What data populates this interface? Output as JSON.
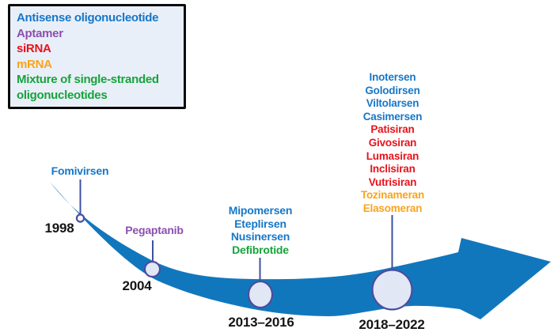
{
  "colors": {
    "antisense": "#1677C8",
    "aptamer": "#8C4FB0",
    "sirna": "#E8121B",
    "mrna": "#F9A41B",
    "mixture": "#16A33A",
    "arrow": "#1177BD",
    "connector": "#3F50A2",
    "circle_stroke": "#4B4D9C",
    "circle_fill": "#E2E7F6",
    "year_text": "#151515",
    "legend_bg": "#E9EFF9",
    "legend_border": "#0A0A0A"
  },
  "legend": {
    "items": [
      {
        "label": "Antisense oligonucleotide",
        "category": "antisense"
      },
      {
        "label": "Aptamer",
        "category": "aptamer"
      },
      {
        "label": "siRNA",
        "category": "sirna"
      },
      {
        "label": "mRNA",
        "category": "mrna"
      },
      {
        "label": "Mixture of single-stranded oligonucleotides",
        "category": "mixture"
      }
    ]
  },
  "timeline": {
    "milestones": [
      {
        "year": "1998",
        "drugs": [
          {
            "name": "Fomivirsen",
            "category": "antisense"
          }
        ]
      },
      {
        "year": "2004",
        "drugs": [
          {
            "name": "Pegaptanib",
            "category": "aptamer"
          }
        ]
      },
      {
        "year": "2013–2016",
        "drugs": [
          {
            "name": "Mipomersen",
            "category": "antisense"
          },
          {
            "name": "Eteplirsen",
            "category": "antisense"
          },
          {
            "name": "Nusinersen",
            "category": "antisense"
          },
          {
            "name": "Defibrotide",
            "category": "mixture"
          }
        ]
      },
      {
        "year": "2018–2022",
        "drugs": [
          {
            "name": "Inotersen",
            "category": "antisense"
          },
          {
            "name": "Golodirsen",
            "category": "antisense"
          },
          {
            "name": "Viltolarsen",
            "category": "antisense"
          },
          {
            "name": "Casimersen",
            "category": "antisense"
          },
          {
            "name": "Patisiran",
            "category": "sirna"
          },
          {
            "name": "Givosiran",
            "category": "sirna"
          },
          {
            "name": "Lumasiran",
            "category": "sirna"
          },
          {
            "name": "Inclisiran",
            "category": "sirna"
          },
          {
            "name": "Vutrisiran",
            "category": "sirna"
          },
          {
            "name": "Tozinameran",
            "category": "mrna"
          },
          {
            "name": "Elasomeran",
            "category": "mrna"
          }
        ]
      }
    ]
  }
}
